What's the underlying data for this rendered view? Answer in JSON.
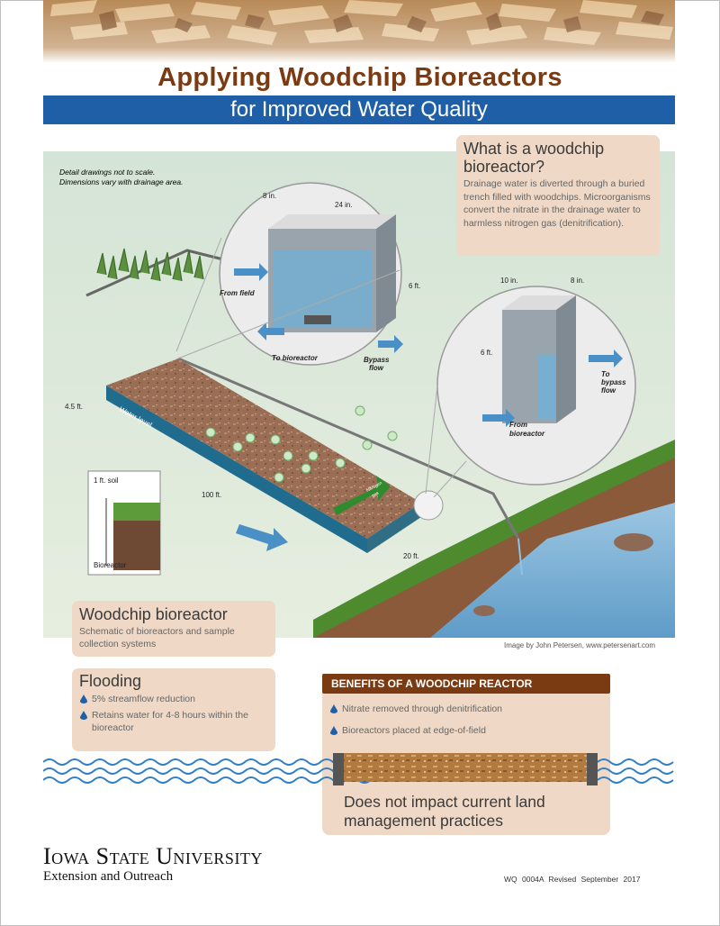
{
  "title": "Applying Woodchip Bioreactors",
  "subtitle": "for Improved Water Quality",
  "scale_note": {
    "line1": "Detail drawings not to scale.",
    "line2": "Dimensions vary with drainage area."
  },
  "what_is": {
    "heading_line1": "What is a woodchip",
    "heading_line2": "bioreactor?",
    "body": "Drainage water is diverted through a buried trench filled with woodchips. Microorganisms convert the nitrate in the drainage water to harmless nitrogen gas (denitrification)."
  },
  "box1": {
    "dim_width": "8 in.",
    "dim_length": "24 in.",
    "dim_height": "6 ft.",
    "from_field": "From field",
    "to_bioreactor": "To bioreactor",
    "bypass_line1": "Bypass",
    "bypass_line2": "flow"
  },
  "box2": {
    "dim_width": "10 in.",
    "dim_length": "8 in.",
    "dim_height": "6 ft.",
    "to_bypass_line1": "To",
    "to_bypass_line2": "bypass",
    "to_bypass_line3": "flow",
    "from_bio_line1": "From",
    "from_bio_line2": "bioreactor"
  },
  "bed": {
    "depth": "4.5 ft.",
    "water_level": "Water level",
    "length": "100 ft.",
    "width": "20 ft.",
    "gas_line1": "Nitrogen",
    "gas_line2": "gas"
  },
  "soil_inset": {
    "soil": "1 ft. soil",
    "bioreactor": "Bioreactor"
  },
  "woodchip_bioreactor": {
    "heading": "Woodchip bioreactor",
    "body": "Schematic of bioreactors and sample collection systems"
  },
  "credit": "Image by John Petersen, www.petersenart.com",
  "flooding": {
    "heading": "Flooding",
    "items": [
      "5% streamflow reduction",
      "Retains water for 4-8 hours within the bioreactor"
    ]
  },
  "benefits": {
    "heading": "BENEFITS OF A WOODCHIP REACTOR",
    "items": [
      "Nitrate removed through denitrification",
      "Bioreactors placed at edge-of-field"
    ],
    "tagline": "Does not impact current land management practices"
  },
  "footer": {
    "university": "Iowa State University",
    "extension": "Extension and Outreach",
    "publication": "WQ 0004A",
    "revised": "Revised",
    "date": "September 2017"
  },
  "colors": {
    "title_brown": "#7a3a12",
    "subtitle_blue": "#1f5fa8",
    "callout_tan": "#efd9c6",
    "scene_green": "#dfeadb",
    "water_blue": "#7fb3d8"
  }
}
